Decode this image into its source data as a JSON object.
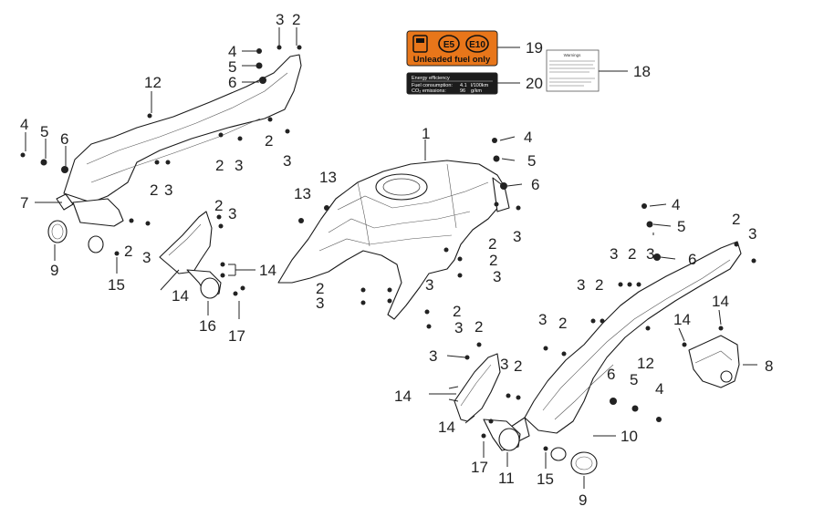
{
  "labels": {
    "fuel": {
      "e5": "E5",
      "e10": "E10",
      "text": "Unleaded fuel only",
      "color_bg": "#e8761a",
      "color_text": "#111111"
    },
    "energy": {
      "title": "Energy efficiency",
      "row1_label": "Fuel consumption:",
      "row1_value": "4.1",
      "row1_unit": "l/100km",
      "row2_label": "CO₂ emissions:",
      "row2_value": "96",
      "row2_unit": "g/km",
      "color_bg": "#1c1c1c"
    },
    "warning_title": "Warnings"
  },
  "callouts": {
    "n1": "1",
    "n2": "2",
    "n3": "3",
    "n4": "4",
    "n5": "5",
    "n6": "6",
    "n7": "7",
    "n8": "8",
    "n9": "9",
    "n10": "10",
    "n11": "11",
    "n12": "12",
    "n13": "13",
    "n14": "14",
    "n15": "15",
    "n16": "16",
    "n17": "17",
    "n18": "18",
    "n19": "19",
    "n20": "20"
  }
}
